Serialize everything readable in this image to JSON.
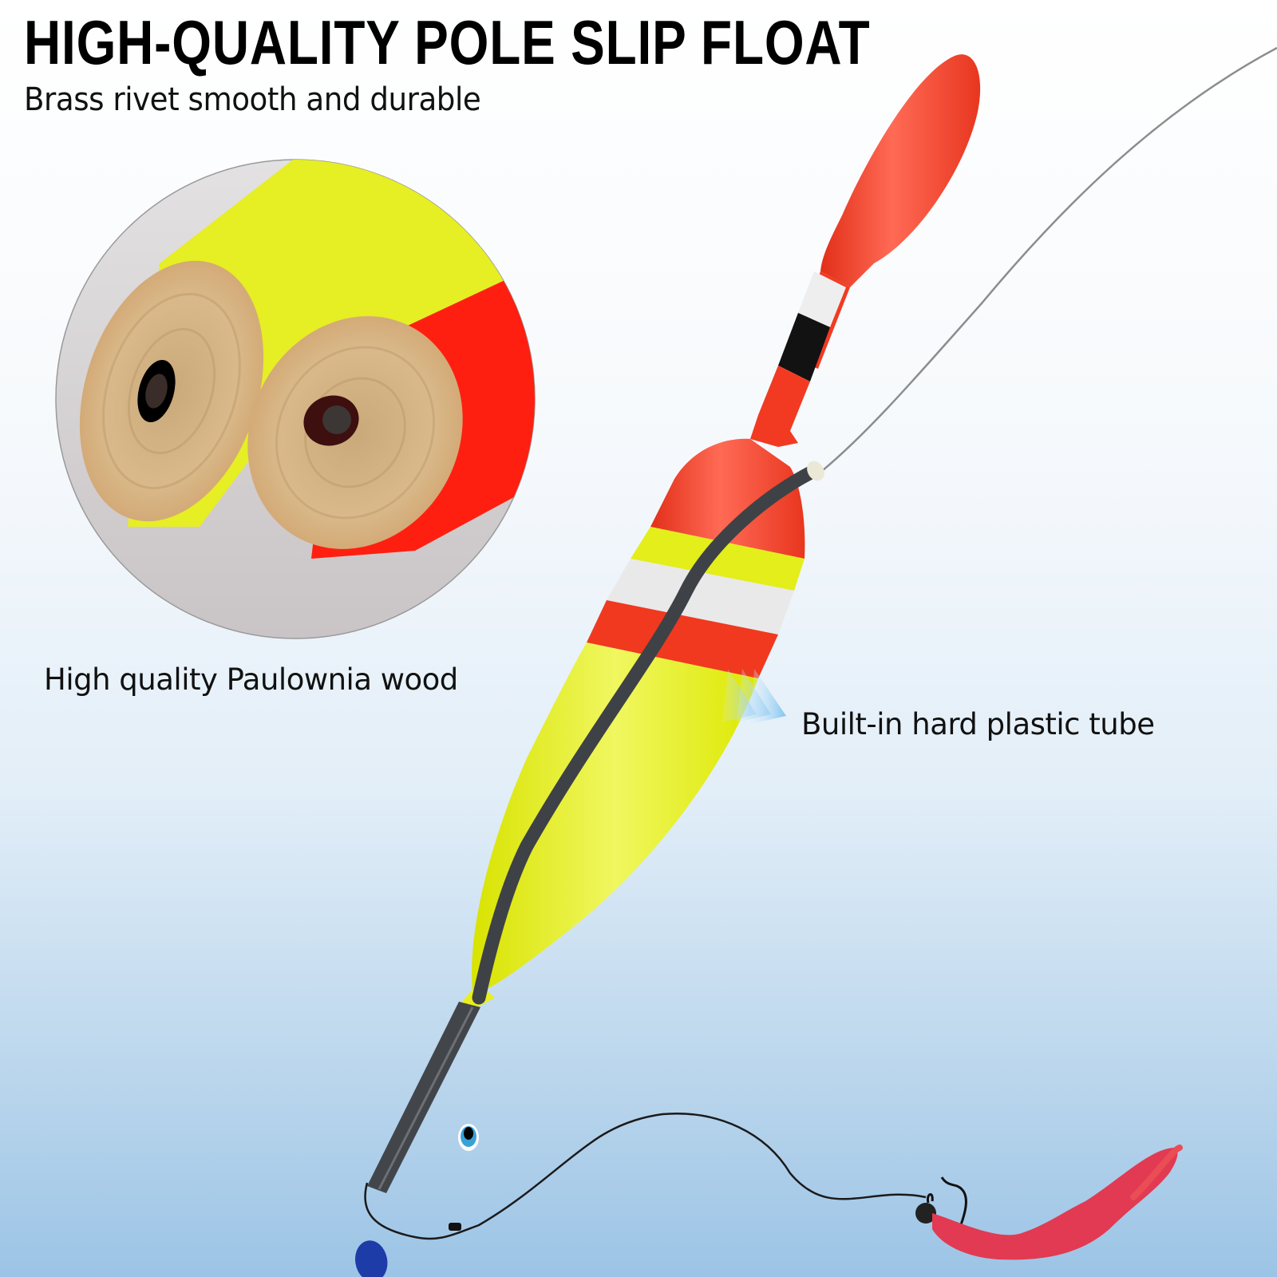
{
  "header": {
    "title": "HIGH-QUALITY POLE SLIP FLOAT",
    "subtitle": "Brass rivet smooth and durable"
  },
  "features": [
    {
      "label": "High quality Paulownia wood",
      "icon": "wood-cross-section-image"
    },
    {
      "label": "Built-in hard plastic tube",
      "icon": "arrow-right-icon"
    }
  ],
  "colors": {
    "float_red": "#f23a22",
    "float_yellow": "#e3ee1a",
    "band_white": "#eeeeee",
    "band_black": "#111111",
    "tube": "#3e4246",
    "lure": "#e0344a",
    "background_bottom": "#9cc4e6"
  }
}
